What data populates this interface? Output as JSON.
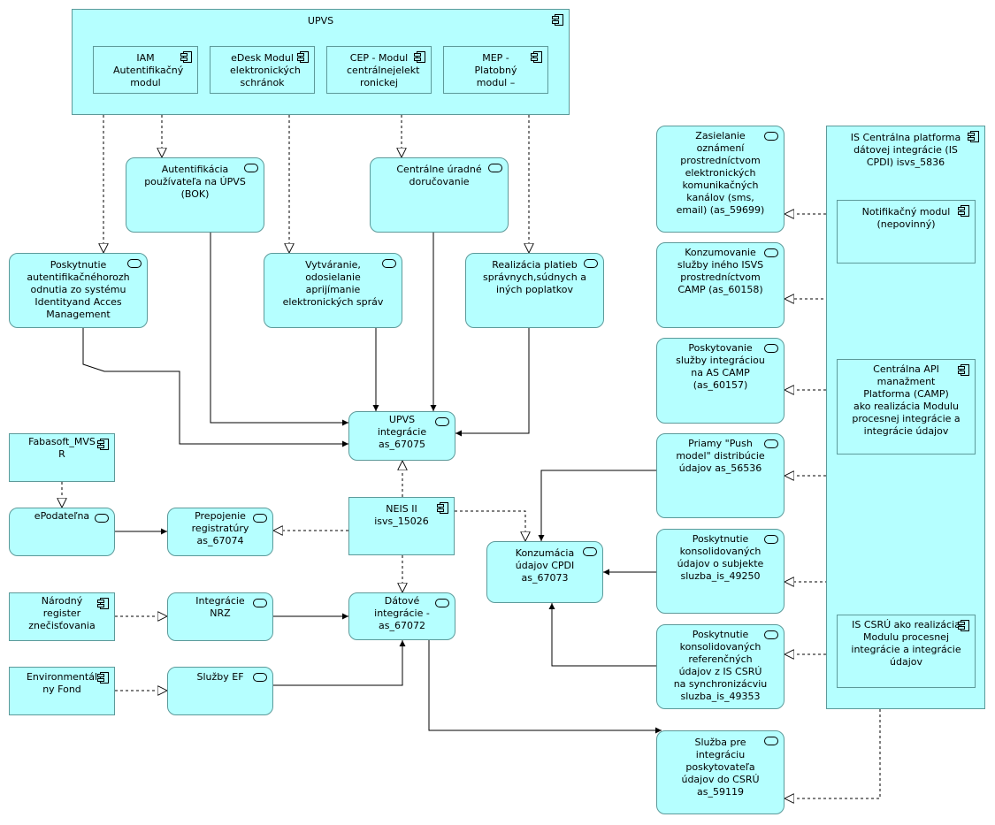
{
  "colors": {
    "fill": "#b5ffff",
    "border": "#5c9a9a",
    "line": "#000000"
  },
  "icons": {
    "service": "service-pill-icon",
    "component": "component-icon"
  },
  "nodes": {
    "upvs": "UPVS",
    "iam": "IAM\nAutentifikačný\nmodul",
    "edesk": "eDesk Modul\nelektronických\nschránok",
    "cep": "CEP  - Modul\ncentrálnejelekt\nronickej",
    "mep": "MEP -\nPlatobný\nmodul –",
    "autentifikacia": "Autentifikácia\npoužívateľa na ÚPVS\n(BOK)",
    "centralne_doruc": "Centrálne úradné\ndoručovanie",
    "poskytnutie_auth": "Poskytnutie\nautentifikačnéhorozh\nodnutia zo systému\nIdentityand Acces\nManagement",
    "vytvaranie": "Vytváranie,\nodosielanie\naprijímanie\nelektronických správ",
    "realizacia_platieb": "Realizácia platieb\nsprávnych,súdnych a\niných poplatkov",
    "upvs_integracie": "UPVS\nintegrácie\nas_67075",
    "fabasoft": "Fabasoft_MVS\nR",
    "epodatelna": "ePodateľna",
    "prepojenie": "Prepojenie\nregistratúry\nas_67074",
    "neis": "NEIS II\nisvs_15026",
    "konzumacia": "Konzumácia\núdajov CPDI\nas_67073",
    "narodny": "Národný\nregister\nznečisťovania",
    "integracie_nrz": "Integrácie\nNRZ",
    "datove": "Dátové\nintegrácie -\nas_67072",
    "env_fond": "Environmentál\nny Fond",
    "sluzby_ef": "Služby EF",
    "sluzba_csru": "Služba pre\nintegráciu\nposkytovateľa\núdajov do CSRÚ\nas_59119",
    "zasielanie": "Zasielanie\noznámení\nprostredníctvom\nelektronických\nkomunikačných\nkanálov (sms,\nemail) (as_59699)",
    "konzumovanie": "Konzumovanie\nslužby iného ISVS\nprostredníctvom\nCAMP (as_60158)",
    "poskytovanie_camp": "Poskytovanie\nslužby integráciou\nna AS CAMP\n(as_60157)",
    "priamy_push": "Priamy \"Push\nmodel\" distribúcie\núdajov   as_56536",
    "konsolidovane_subjekt": "Poskytnutie\nkonsolidovaných\núdajov o subjekte\nsluzba_is_49250",
    "konsolidovane_ref": "Poskytnutie\nkonsolidovaných\nreferenčných\núdajov z IS CSRÚ\nna synchronizácviu\nsluzba_is_49353",
    "cpdi": "IS Centrálna platforma\ndátovej integrácie (IS\nCPDI) isvs_5836",
    "notifikacny": "Notifikačný modul\n(nepovinný)",
    "camp": "Centrálna API\nmanažment\nPlatforma  (CAMP)\nako realizácia Modulu\nprocesnej integrácie a\nintegrácie údajov",
    "is_csru": "IS CSRÚ ako realizácia\nModulu procesnej\nintegrácie a integrácie\núdajov"
  }
}
